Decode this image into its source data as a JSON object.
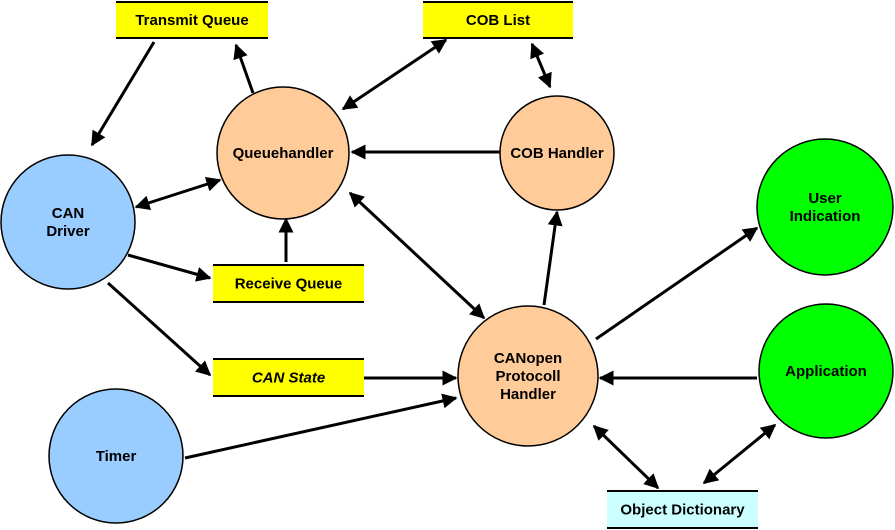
{
  "diagram": {
    "colors": {
      "driver_blue": "#99ccff",
      "handler_orange": "#ffcc99",
      "app_green": "#00ff00",
      "queue_yellow": "#ffff00",
      "dictionary_cyan": "#ccffff",
      "stroke": "#000000"
    },
    "nodes": [
      {
        "id": "transmit_queue",
        "label": [
          "Transmit Queue"
        ],
        "shape": "bar",
        "color": "queue_yellow",
        "italic": false
      },
      {
        "id": "cob_list",
        "label": [
          "COB List"
        ],
        "shape": "bar",
        "color": "queue_yellow",
        "italic": false
      },
      {
        "id": "queuehandler",
        "label": [
          "Queuehandler"
        ],
        "shape": "circle",
        "color": "handler_orange"
      },
      {
        "id": "cob_handler",
        "label": [
          "COB Handler"
        ],
        "shape": "circle",
        "color": "handler_orange"
      },
      {
        "id": "can_driver",
        "label": [
          "CAN",
          "Driver"
        ],
        "shape": "circle",
        "color": "driver_blue"
      },
      {
        "id": "user_indication",
        "label": [
          "User",
          "Indication"
        ],
        "shape": "circle",
        "color": "app_green"
      },
      {
        "id": "receive_queue",
        "label": [
          "Receive Queue"
        ],
        "shape": "bar",
        "color": "queue_yellow",
        "italic": false
      },
      {
        "id": "can_state",
        "label": [
          "CAN State"
        ],
        "shape": "bar",
        "color": "queue_yellow",
        "italic": true
      },
      {
        "id": "canopen_handler",
        "label": [
          "CANopen",
          "Protocoll",
          "Handler"
        ],
        "shape": "circle",
        "color": "handler_orange"
      },
      {
        "id": "application",
        "label": [
          "Application"
        ],
        "shape": "circle",
        "color": "app_green"
      },
      {
        "id": "timer",
        "label": [
          "Timer"
        ],
        "shape": "circle",
        "color": "driver_blue"
      },
      {
        "id": "object_dictionary",
        "label": [
          "Object Dictionary"
        ],
        "shape": "bar",
        "color": "dictionary_cyan",
        "italic": false
      }
    ],
    "edges": [
      {
        "from": "transmit_queue",
        "to": "can_driver",
        "direction": "forward"
      },
      {
        "from": "queuehandler",
        "to": "transmit_queue",
        "direction": "forward"
      },
      {
        "from": "queuehandler",
        "to": "cob_list",
        "direction": "both"
      },
      {
        "from": "cob_list",
        "to": "cob_handler",
        "direction": "both"
      },
      {
        "from": "cob_handler",
        "to": "queuehandler",
        "direction": "forward"
      },
      {
        "from": "can_driver",
        "to": "queuehandler",
        "direction": "both"
      },
      {
        "from": "receive_queue",
        "to": "queuehandler",
        "direction": "forward"
      },
      {
        "from": "can_driver",
        "to": "receive_queue",
        "direction": "forward"
      },
      {
        "from": "can_driver",
        "to": "can_state",
        "direction": "forward"
      },
      {
        "from": "queuehandler",
        "to": "canopen_handler",
        "direction": "both"
      },
      {
        "from": "canopen_handler",
        "to": "cob_handler",
        "direction": "forward"
      },
      {
        "from": "canopen_handler",
        "to": "user_indication",
        "direction": "forward"
      },
      {
        "from": "can_state",
        "to": "canopen_handler",
        "direction": "forward"
      },
      {
        "from": "application",
        "to": "canopen_handler",
        "direction": "forward"
      },
      {
        "from": "timer",
        "to": "canopen_handler",
        "direction": "forward"
      },
      {
        "from": "canopen_handler",
        "to": "object_dictionary",
        "direction": "both"
      },
      {
        "from": "application",
        "to": "object_dictionary",
        "direction": "both"
      }
    ]
  }
}
